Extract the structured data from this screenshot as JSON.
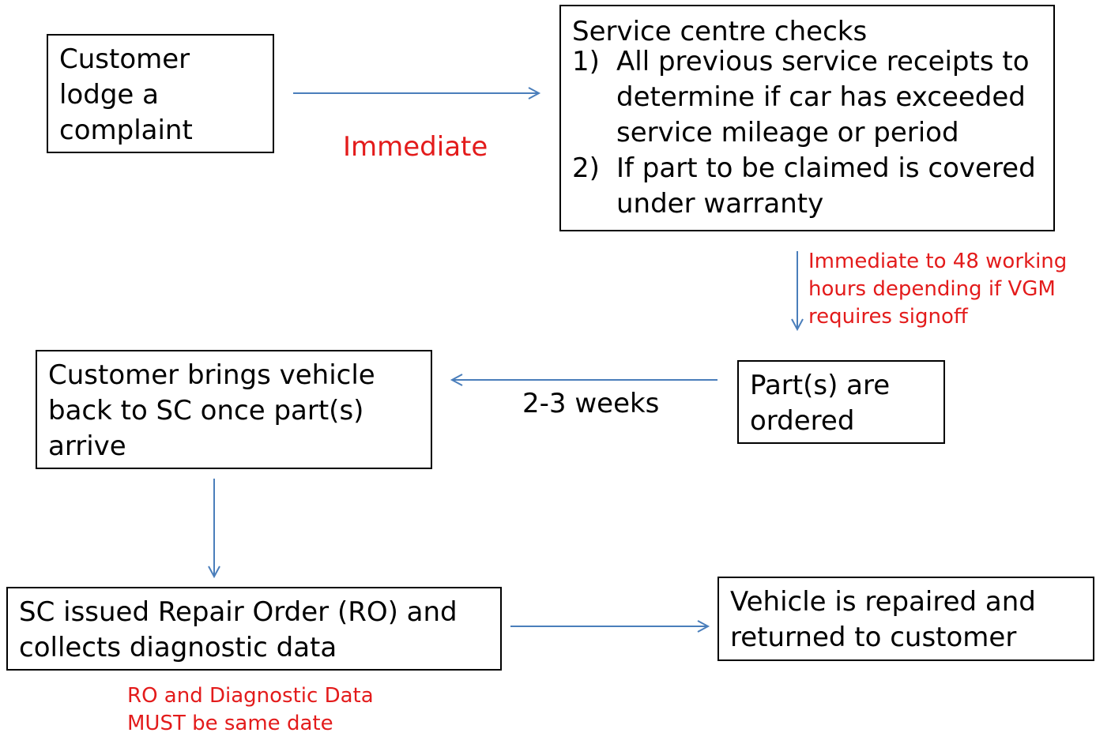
{
  "boxes": {
    "complaint": {
      "lines": [
        "Customer",
        "lodge a",
        "complaint"
      ]
    },
    "service_checks": {
      "heading": "Service centre checks",
      "items": [
        {
          "num": "1)",
          "lines": [
            "All previous service receipts to",
            "determine if car has exceeded",
            "service mileage or period"
          ]
        },
        {
          "num": "2)",
          "lines": [
            "If part to be claimed is covered",
            "under warranty"
          ]
        }
      ]
    },
    "parts_ordered": {
      "lines": [
        "Part(s) are",
        "ordered"
      ]
    },
    "bring_back": {
      "lines": [
        "Customer brings vehicle",
        "back to SC once part(s)",
        "arrive"
      ]
    },
    "repair_order": {
      "lines": [
        "SC issued Repair Order (RO) and",
        "collects diagnostic data"
      ]
    },
    "repaired": {
      "lines": [
        "Vehicle is repaired and",
        "returned to customer"
      ]
    }
  },
  "labels": {
    "immediate": "Immediate",
    "signoff": [
      "Immediate to 48 working",
      "hours depending if VGM",
      "requires signoff"
    ],
    "weeks": "2-3 weeks",
    "same_date": [
      "RO and Diagnostic Data",
      "MUST be same date"
    ]
  },
  "colors": {
    "arrow": "#4a7ebb",
    "note_red": "#e31b1b",
    "border": "#000000"
  }
}
